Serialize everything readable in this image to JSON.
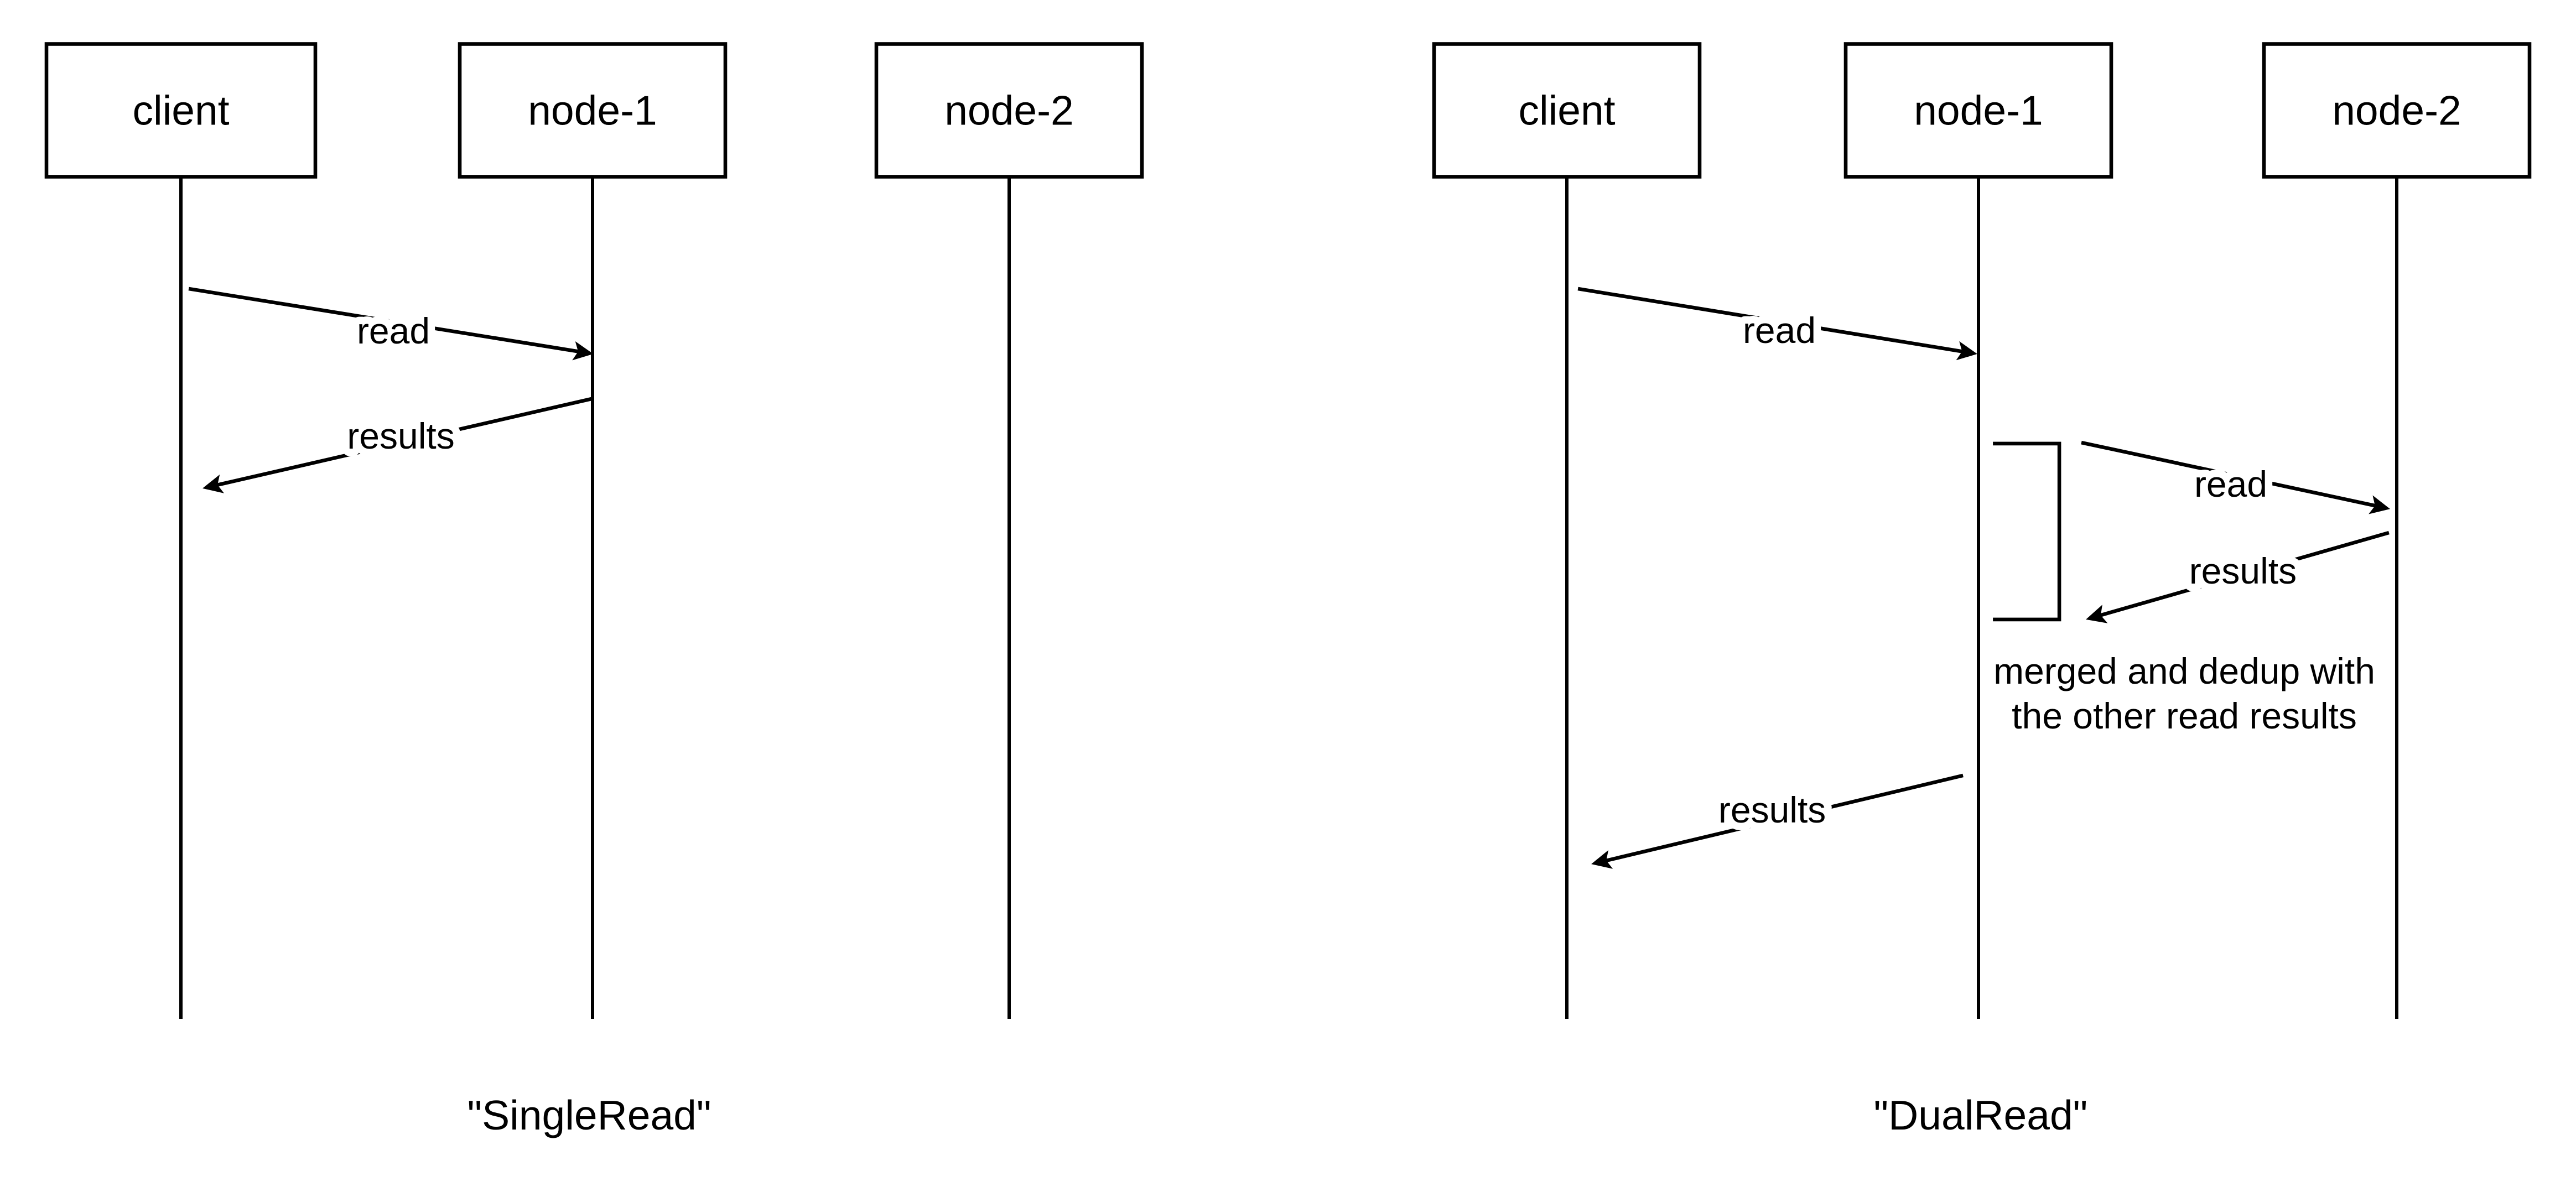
{
  "colors": {
    "background": "#ffffff",
    "ink": "#000000"
  },
  "diagrams": {
    "single": {
      "caption": "\"SingleRead\"",
      "actors": {
        "client": "client",
        "node1": "node-1",
        "node2": "node-2"
      },
      "messages": {
        "read": "read",
        "results": "results"
      }
    },
    "dual": {
      "caption": "\"DualRead\"",
      "actors": {
        "client": "client",
        "node1": "node-1",
        "node2": "node-2"
      },
      "messages": {
        "read1": "read",
        "read2": "read",
        "results2": "results",
        "results3": "results"
      },
      "note": {
        "line1": "merged and dedup with",
        "line2": "the other read results"
      }
    }
  }
}
